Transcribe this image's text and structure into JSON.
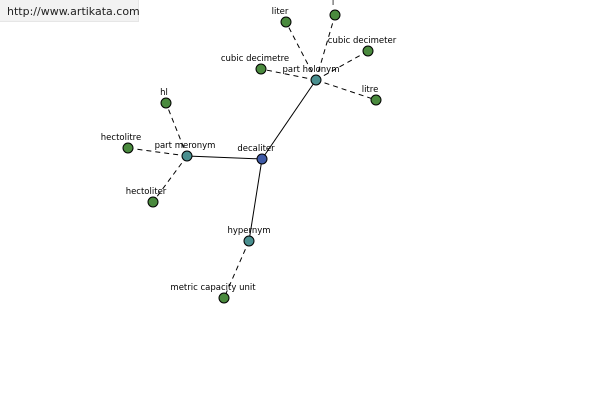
{
  "banner": {
    "url": "http://www.artikata.com"
  },
  "colors": {
    "center": "#3f5aa6",
    "relation": "#4a8f8f",
    "term": "#4a8a3e"
  },
  "graph": {
    "center": {
      "label": "decaliter"
    },
    "relations": [
      {
        "id": "hypernym",
        "label": "hypernym"
      },
      {
        "id": "part-meronym",
        "label": "part meronym"
      },
      {
        "id": "part-holonym",
        "label": "part holonym"
      }
    ],
    "terms": [
      {
        "id": "metric-capacity-unit",
        "label": "metric capacity unit",
        "relation": "hypernym"
      },
      {
        "id": "hl",
        "label": "hl",
        "relation": "part-meronym"
      },
      {
        "id": "hectolitre",
        "label": "hectolitre",
        "relation": "part-meronym"
      },
      {
        "id": "hectoliter",
        "label": "hectoliter",
        "relation": "part-meronym"
      },
      {
        "id": "liter",
        "label": "liter",
        "relation": "part-holonym"
      },
      {
        "id": "l",
        "label": "l",
        "relation": "part-holonym"
      },
      {
        "id": "cubic-decimeter",
        "label": "cubic decimeter",
        "relation": "part-holonym"
      },
      {
        "id": "cubic-decimetre",
        "label": "cubic decimetre",
        "relation": "part-holonym"
      },
      {
        "id": "litre",
        "label": "litre",
        "relation": "part-holonym"
      }
    ]
  }
}
